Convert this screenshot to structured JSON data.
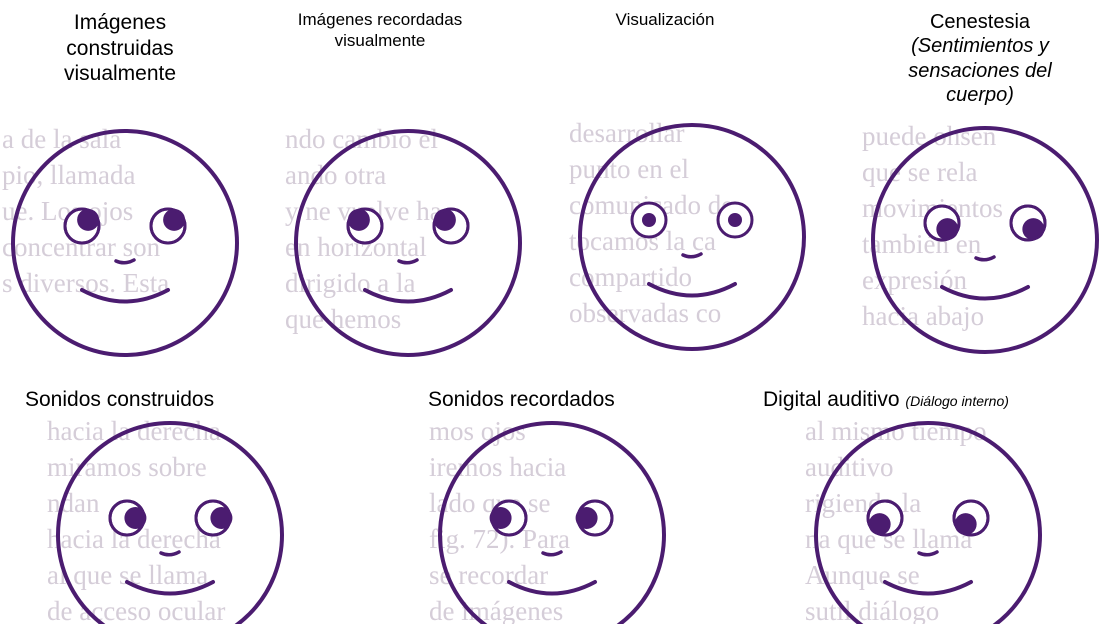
{
  "colors": {
    "stroke": "#4b1c70",
    "bg_text": "#d5cdd8"
  },
  "faces": [
    {
      "id": "imagenes-construidas",
      "label": "Imágenes construidas visualmente",
      "label_lines": [
        "Imágenes",
        "construidas",
        "visualmente"
      ],
      "eyes": "up-right",
      "background_lines": [
        "a de la sala",
        "pio, llamada",
        "ue. Los ojos",
        "concentrar son",
        "s diversos. Esta"
      ]
    },
    {
      "id": "imagenes-recordadas",
      "label": "Imágenes recordadas visualmente",
      "label_lines": [
        "Imágenes recordadas",
        "visualmente"
      ],
      "eyes": "up-left",
      "background_lines": [
        "ndo cambio el",
        "ando otra",
        "y ne vuelve ha",
        "en horizontal",
        "dirigido a la",
        "que hemos"
      ]
    },
    {
      "id": "visualizacion",
      "label": "Visualización",
      "label_lines": [
        "Visualización"
      ],
      "eyes": "center",
      "background_lines": [
        "desarrollar",
        "punto en el",
        "comunicado de",
        "tocamos la ca",
        "compartido",
        "observadas co"
      ]
    },
    {
      "id": "cenestesia",
      "label": "Cenestesia",
      "label_sub_lines": [
        "(Sentimientos y",
        "sensaciones del",
        "cuerpo)"
      ],
      "label_lines": [
        "Cenestesia"
      ],
      "eyes": "down-right",
      "background_lines": [
        "puede ohsen",
        "que se rela",
        "movimientos",
        "también en",
        "expresión",
        "hacia abajo"
      ]
    },
    {
      "id": "sonidos-construidos",
      "label": "Sonidos construidos",
      "label_lines": [
        "Sonidos construidos"
      ],
      "eyes": "side-right",
      "background_lines": [
        "hacia la derecha",
        "miramos sobre",
        "ndan",
        "hacia la derecha",
        "al que se llama",
        "de acceso ocular"
      ]
    },
    {
      "id": "sonidos-recordados",
      "label": "Sonidos recordados",
      "label_lines": [
        "Sonidos recordados"
      ],
      "eyes": "side-left",
      "background_lines": [
        "mos ojos",
        "iremos hacia",
        "lado que se",
        "fig. 72). Para",
        "se recordar",
        "de imágenes"
      ]
    },
    {
      "id": "digital-auditivo",
      "label": "Digital auditivo",
      "label_lines": [
        "Digital auditivo"
      ],
      "label_note": "(Diálogo interno)",
      "eyes": "down-left",
      "background_lines": [
        "al mismo tiempo",
        "auditivo",
        "rigiendo la",
        "na que se llama",
        "Aunque se",
        "sutil diálogo"
      ]
    }
  ]
}
